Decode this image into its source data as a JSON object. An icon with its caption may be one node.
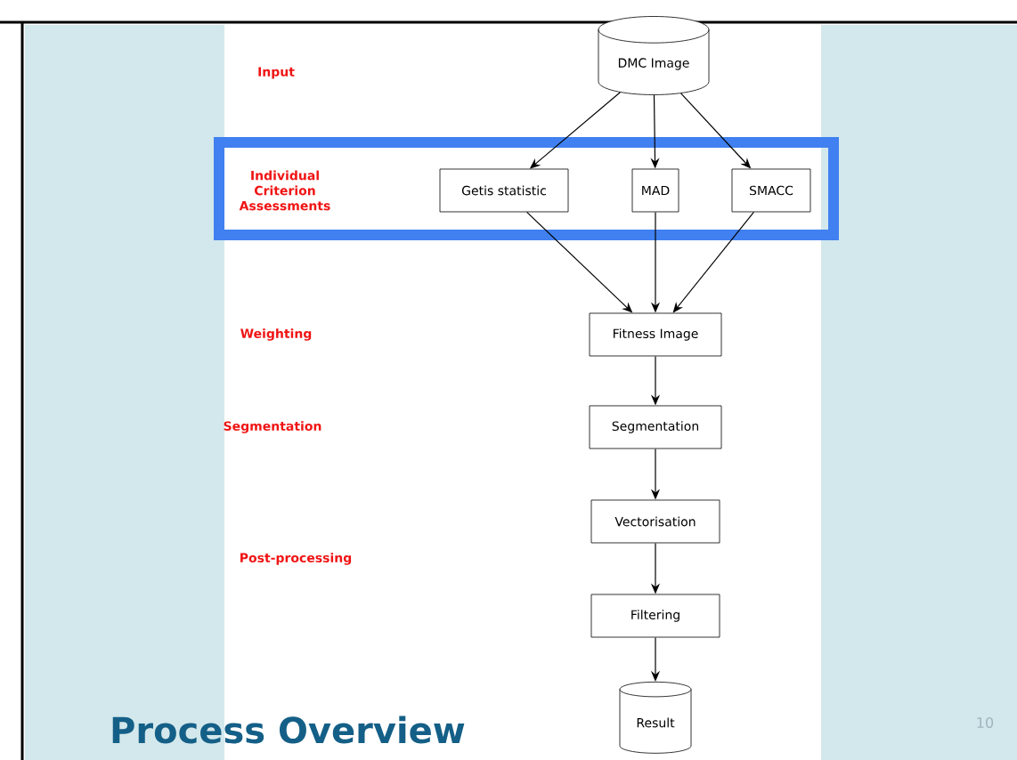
{
  "diagram": {
    "title": "Process Overview",
    "nodes": [
      {
        "text": [
          "DMC Image"
        ]
      },
      {
        "text": [
          "Getis statistic"
        ]
      },
      {
        "text": [
          "MAD"
        ]
      },
      {
        "text": [
          "SMACC"
        ]
      },
      {
        "text": [
          "Fitness Image"
        ]
      },
      {
        "text": [
          "Segmentation"
        ]
      },
      {
        "text": [
          "Vectorisation"
        ]
      },
      {
        "text": [
          "Filtering"
        ]
      },
      {
        "text": [
          "Result"
        ]
      }
    ],
    "edges": [
      {
        "from": 0,
        "to": 1,
        "arrow": "to"
      },
      {
        "from": 0,
        "to": 2,
        "arrow": "to"
      },
      {
        "from": 0,
        "to": 3,
        "arrow": "to"
      },
      {
        "from": 1,
        "to": 4,
        "arrow": "to"
      },
      {
        "from": 2,
        "to": 4,
        "arrow": "to"
      },
      {
        "from": 3,
        "to": 4,
        "arrow": "to"
      },
      {
        "from": 4,
        "to": 5,
        "arrow": "to"
      },
      {
        "from": 5,
        "to": 6,
        "arrow": "to"
      },
      {
        "from": 6,
        "to": 7,
        "arrow": "to"
      },
      {
        "from": 7,
        "to": 8,
        "arrow": "to"
      }
    ],
    "labels": [
      "Input",
      "Individual Criterion Assessments",
      "Weighting",
      "Segmentation",
      "Post-processing",
      "10"
    ]
  }
}
